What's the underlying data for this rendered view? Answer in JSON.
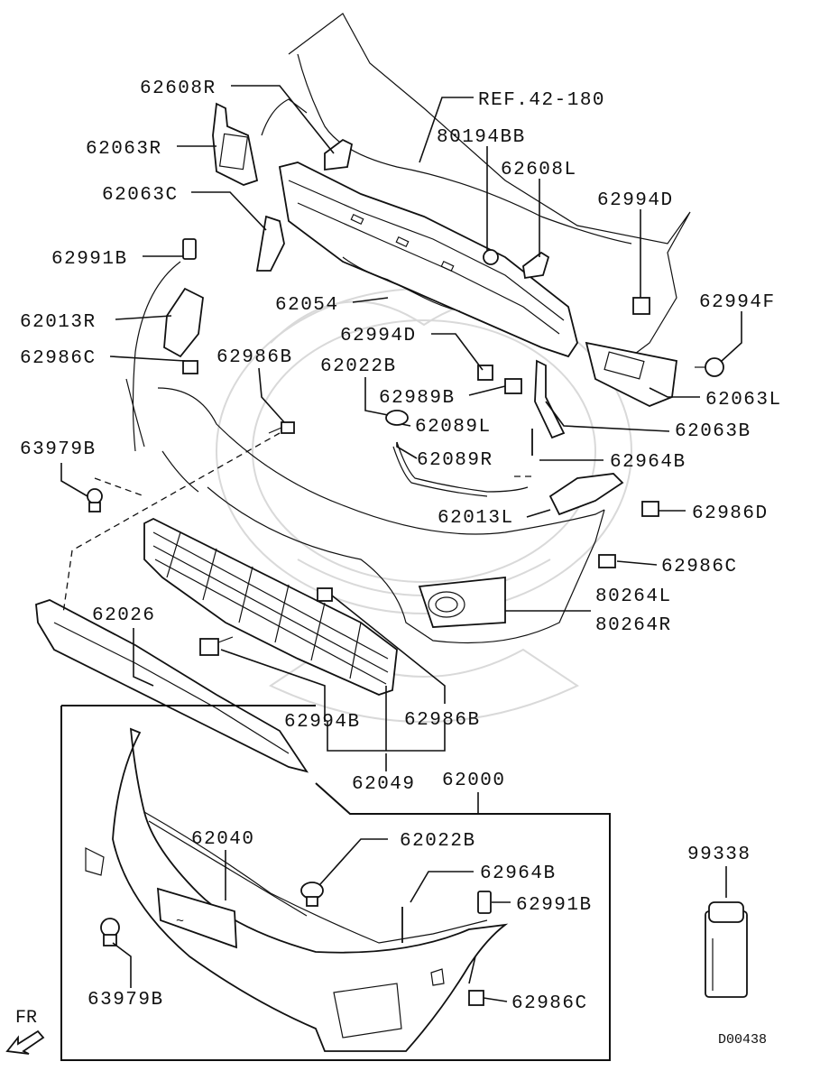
{
  "diagram": {
    "code": "D00438",
    "direction_label": "FR",
    "assembly_box_label": "62000",
    "labels": [
      {
        "id": "62608R",
        "text": "62608R"
      },
      {
        "id": "ref",
        "text": "REF.42-180"
      },
      {
        "id": "80194BB",
        "text": "80194BB"
      },
      {
        "id": "62063R",
        "text": "62063R"
      },
      {
        "id": "62608L",
        "text": "62608L"
      },
      {
        "id": "62063C",
        "text": "62063C"
      },
      {
        "id": "62994D-a",
        "text": "62994D"
      },
      {
        "id": "62991B-a",
        "text": "62991B"
      },
      {
        "id": "62994F",
        "text": "62994F"
      },
      {
        "id": "62054",
        "text": "62054"
      },
      {
        "id": "62013R",
        "text": "62013R"
      },
      {
        "id": "62994D-b",
        "text": "62994D"
      },
      {
        "id": "62986C-a",
        "text": "62986C"
      },
      {
        "id": "62986B-a",
        "text": "62986B"
      },
      {
        "id": "62022B-a",
        "text": "62022B"
      },
      {
        "id": "62063L",
        "text": "62063L"
      },
      {
        "id": "62989B",
        "text": "62989B"
      },
      {
        "id": "62063B",
        "text": "62063B"
      },
      {
        "id": "62089L",
        "text": "62089L"
      },
      {
        "id": "63979B-a",
        "text": "63979B"
      },
      {
        "id": "62089R",
        "text": "62089R"
      },
      {
        "id": "62964B-a",
        "text": "62964B"
      },
      {
        "id": "62013L",
        "text": "62013L"
      },
      {
        "id": "62986D",
        "text": "62986D"
      },
      {
        "id": "62986C-b",
        "text": "62986C"
      },
      {
        "id": "80264L",
        "text": "80264L"
      },
      {
        "id": "62026",
        "text": "62026"
      },
      {
        "id": "80264R",
        "text": "80264R"
      },
      {
        "id": "62994B",
        "text": "62994B"
      },
      {
        "id": "62986B-b",
        "text": "62986B"
      },
      {
        "id": "62049",
        "text": "62049"
      },
      {
        "id": "62040",
        "text": "62040"
      },
      {
        "id": "62022B-b",
        "text": "62022B"
      },
      {
        "id": "99338",
        "text": "99338"
      },
      {
        "id": "62964B-b",
        "text": "62964B"
      },
      {
        "id": "62991B-b",
        "text": "62991B"
      },
      {
        "id": "62986C-c",
        "text": "62986C"
      },
      {
        "id": "63979B-b",
        "text": "63979B"
      }
    ]
  }
}
